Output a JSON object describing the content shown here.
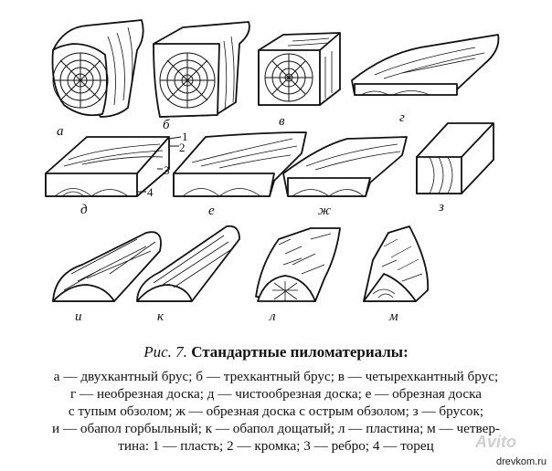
{
  "figure": {
    "labels": {
      "a": "а",
      "b": "б",
      "v": "в",
      "g": "г",
      "d": "д",
      "e": "е",
      "zh": "ж",
      "z": "з",
      "i": "и",
      "k": "к",
      "l": "л",
      "m": "м"
    },
    "part_numbers": {
      "n1": "1",
      "n2": "2",
      "n3": "3",
      "n4": "4"
    }
  },
  "caption": {
    "fig_ref": "Рис. 7.",
    "title": "Стандартные пиломатериалы:",
    "lines": [
      "а — двухкантный брус; б — трехкантный брус; в — четырехкантный брус;",
      "г — необрезная доска; д — чистообрезная доска; е — обрезная доска",
      "с тупым обзолом; ж — обрезная доска с острым обзолом; з — брусок;",
      "и — обапол горбыльный; к — обапол дощатый; л — пластина; м — четвер-",
      "тина: 1 — пласть; 2 — кромка; 3 — ребро; 4 — торец"
    ]
  },
  "watermarks": {
    "site": "drevkom.ru",
    "brand": "Avito"
  }
}
